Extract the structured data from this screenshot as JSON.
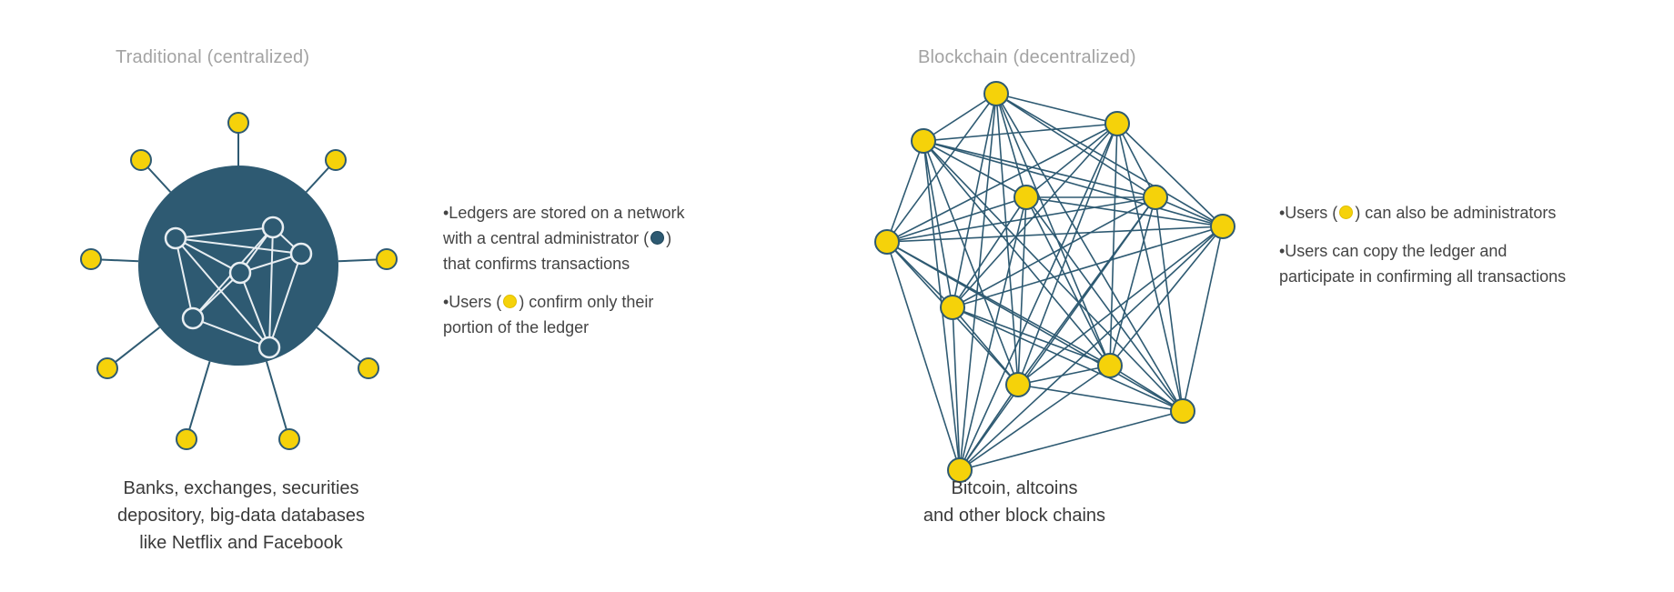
{
  "left_panel": {
    "title": "Traditional (centralized)",
    "bullets": {
      "b1_line1": "•Ledgers are stored on a network",
      "b1_line2": "with a central administrator (",
      "b1_line2_end": ")",
      "b1_line3": "that confirms transactions",
      "b2_line1_start": "•Users (",
      "b2_line1_end": ") confirm only their",
      "b2_line2": "portion of the ledger"
    },
    "caption": {
      "line1": "Banks, exchanges, securities",
      "line2": "depository, big-data databases",
      "line3": "like Netflix and Facebook"
    }
  },
  "right_panel": {
    "title": "Blockchain (decentralized)",
    "bullets": {
      "b1_start": "•Users (",
      "b1_end": ") can also be administrators",
      "b2_line1": "•Users can copy the ledger and",
      "b2_line2": "participate in confirming all transactions"
    },
    "caption": {
      "line1": "Bitcoin, altcoins",
      "line2": "and other block chains"
    }
  },
  "colors": {
    "node_fill": "#f5d20a",
    "node_stroke": "#2e5a72",
    "hub_fill": "#2e5a72",
    "edge": "#2e5a72",
    "inner_edge": "#e8eef2",
    "title_gray": "#a3a3a3"
  }
}
